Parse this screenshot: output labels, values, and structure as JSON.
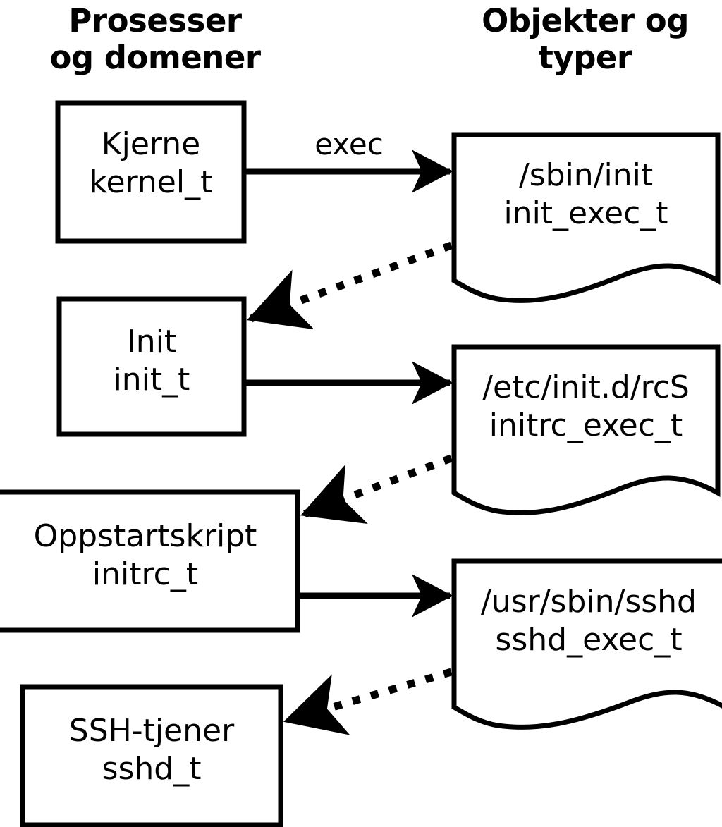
{
  "columns": {
    "left_heading": "Prosesser\nog domener",
    "right_heading": "Objekter og\ntyper"
  },
  "style": {
    "stroke_color": "#000000",
    "fill_color": "#ffffff",
    "background": "#ffffff",
    "stroke_width": 7
  },
  "process_nodes": [
    {
      "id": "kernel",
      "title": "Kjerne",
      "type_label": "kernel_t",
      "text": "Kjerne\nkernel_t"
    },
    {
      "id": "init",
      "title": "Init",
      "type_label": "init_t",
      "text": "Init\ninit_t"
    },
    {
      "id": "initrc",
      "title": "Oppstartskript",
      "type_label": "initrc_t",
      "text": "Oppstartskript\ninitrc_t"
    },
    {
      "id": "sshd",
      "title": "SSH-tjener",
      "type_label": "sshd_t",
      "text": "SSH-tjener\nsshd_t"
    }
  ],
  "object_nodes": [
    {
      "id": "init_exec",
      "path": "/sbin/init",
      "type_label": "init_exec_t",
      "text": "/sbin/init\ninit_exec_t"
    },
    {
      "id": "initrc_exec",
      "path": "/etc/init.d/rcS",
      "type_label": "initrc_exec_t",
      "text": "/etc/init.d/rcS\ninitrc_exec_t"
    },
    {
      "id": "sshd_exec",
      "path": "/usr/sbin/sshd",
      "type_label": "sshd_exec_t",
      "text": "/usr/sbin/sshd\nsshd_exec_t"
    }
  ],
  "edges": [
    {
      "id": "kernel-to-init_exec",
      "from": "kernel",
      "to": "init_exec",
      "style": "solid",
      "label": "exec"
    },
    {
      "id": "init_exec-to-init",
      "from": "init_exec",
      "to": "init",
      "style": "dotted",
      "label": ""
    },
    {
      "id": "init-to-initrc_exec",
      "from": "init",
      "to": "initrc_exec",
      "style": "solid",
      "label": ""
    },
    {
      "id": "initrc_exec-to-initrc",
      "from": "initrc_exec",
      "to": "initrc",
      "style": "dotted",
      "label": ""
    },
    {
      "id": "initrc-to-sshd_exec",
      "from": "initrc",
      "to": "sshd_exec",
      "style": "solid",
      "label": ""
    },
    {
      "id": "sshd_exec-to-sshd",
      "from": "sshd_exec",
      "to": "sshd",
      "style": "dotted",
      "label": ""
    }
  ]
}
